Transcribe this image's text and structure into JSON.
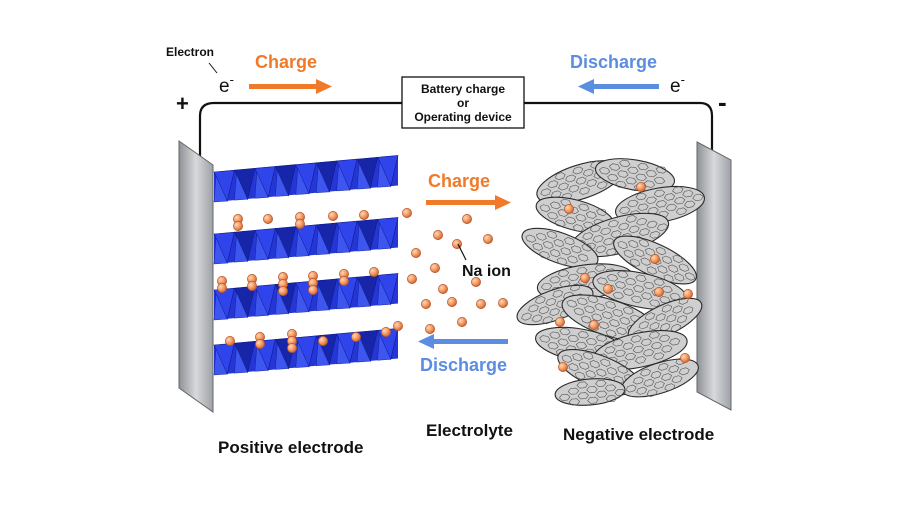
{
  "labels": {
    "electron": "Electron",
    "electron_symbol_left": "e",
    "electron_symbol_right": "e",
    "electron_superscript": "-",
    "charge_top": "Charge",
    "discharge_top": "Discharge",
    "plus": "+",
    "minus": "-",
    "device_line1": "Battery charge",
    "device_line2": "or",
    "device_line3": "Operating device",
    "charge_middle": "Charge",
    "discharge_middle": "Discharge",
    "na_ion": "Na ion",
    "positive_electrode": "Positive electrode",
    "electrolyte": "Electrolyte",
    "negative_electrode": "Negative electrode"
  },
  "colors": {
    "charge": "#f07a2a",
    "discharge": "#5b8de0",
    "cathode_layer": "#2436d6",
    "cathode_layer_dark": "#1726a8",
    "ion": "#f29a62",
    "ion_edge": "#b8542a",
    "graphene": "#cfcfcf",
    "graphene_edge": "#2b2b2b",
    "plate": "#b9bcc0"
  }
}
